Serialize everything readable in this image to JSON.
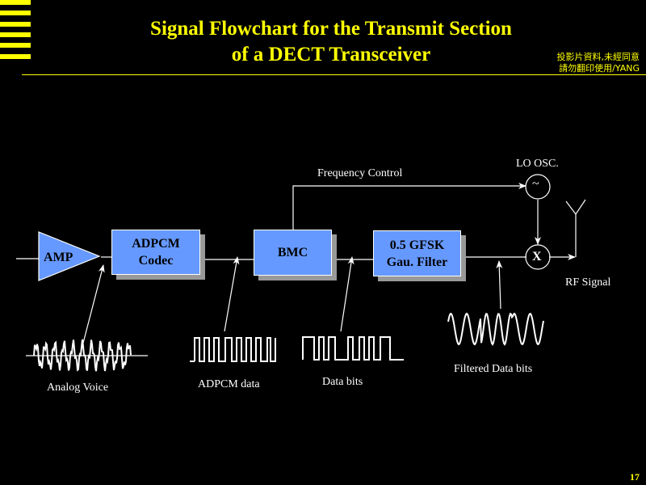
{
  "slide": {
    "title_line1": "Signal Flowchart for the Transmit Section",
    "title_line2": "of a DECT Transceiver",
    "copyright_line1": "投影片資料,未經同意",
    "copyright_line2": "請勿翻印使用/YANG",
    "page_number": "17",
    "accent_color": "#ffff00",
    "block_color": "#6699ff"
  },
  "blocks": {
    "amp": "AMP",
    "codec_line1": "ADPCM",
    "codec_line2": "Codec",
    "bmc": "BMC",
    "filter_line1": "0.5 GFSK",
    "filter_line2": "Gau. Filter",
    "mixer": "X",
    "oscillator_symbol": "~"
  },
  "labels": {
    "frequency_control": "Frequency Control",
    "lo_osc": "LO OSC.",
    "rf_signal": "RF Signal",
    "analog_voice": "Analog Voice",
    "adpcm_data": "ADPCM data",
    "data_bits": "Data bits",
    "filtered_data_bits": "Filtered Data bits"
  }
}
